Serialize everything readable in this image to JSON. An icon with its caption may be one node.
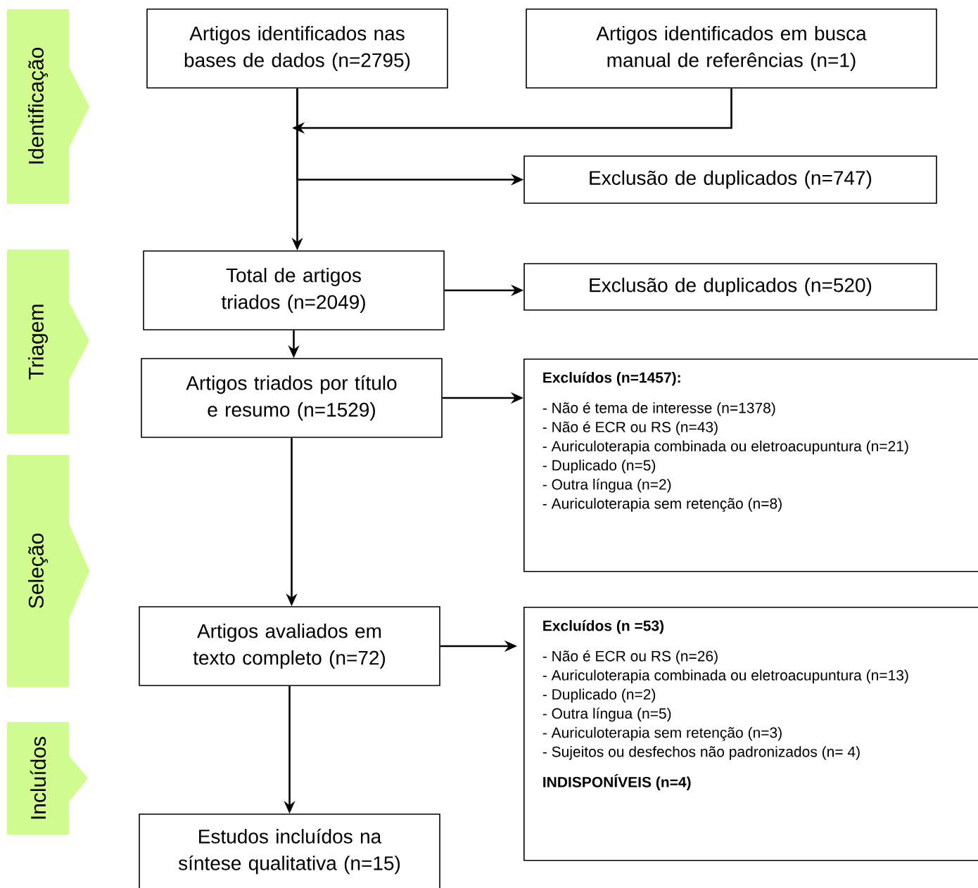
{
  "diagram": {
    "nodes": [
      {
        "text": [
          "Identificação"
        ]
      },
      {
        "text": [
          "Triagem"
        ]
      },
      {
        "text": [
          "Seleção"
        ]
      },
      {
        "text": [
          "Incluídos"
        ]
      },
      {
        "text": [
          "Artigos identificados nas bases de dados (n=2795)"
        ]
      },
      {
        "text": [
          "Artigos identificados em busca manual de referências (n=1)"
        ]
      },
      {
        "text": [
          "Exclusão de duplicados (n=747)"
        ]
      },
      {
        "text": [
          "Total de artigos triados (n=2049)"
        ]
      },
      {
        "text": [
          "Exclusão de duplicados (n=520)"
        ]
      },
      {
        "text": [
          "Artigos triados por título e resumo (n=1529)"
        ]
      },
      {
        "text": [
          "Excluídos (n=1457):",
          "- Não é tema de interesse (n=1378)",
          "- Não é ECR ou RS (n=43)",
          "- Auriculoterapia combinada ou eletroacupuntura (n=21)",
          "- Duplicado (n=5)",
          "- Outra língua (n=2)",
          "- Auriculoterapia sem retenção (n=8)"
        ]
      },
      {
        "text": [
          "Artigos avaliados em texto completo (n=72)"
        ]
      },
      {
        "text": [
          "Excluídos (n =53)",
          "- Não é ECR ou RS (n=26)",
          "- Auriculoterapia combinada ou eletroacupuntura (n=13)",
          "- Duplicado (n=2)",
          "- Outra língua (n=5)",
          "- Auriculoterapia sem retenção (n=3)",
          "- Sujeitos ou desfechos não padronizados (n= 4)",
          "INDISPONÍVEIS (n=4)"
        ]
      },
      {
        "text": [
          "Estudos incluídos na síntese qualitativa (n=15)"
        ]
      }
    ],
    "edges": [
      {
        "from": 4,
        "to": 7,
        "arrow": "to"
      },
      {
        "from": 5,
        "to": null,
        "arrow": "to"
      },
      {
        "from": 4,
        "to": 6,
        "arrow": "to"
      },
      {
        "from": 7,
        "to": 8,
        "arrow": "to"
      },
      {
        "from": 7,
        "to": 9,
        "arrow": "to"
      },
      {
        "from": 9,
        "to": 10,
        "arrow": "to"
      },
      {
        "from": 9,
        "to": 11,
        "arrow": "to"
      },
      {
        "from": 11,
        "to": 12,
        "arrow": "to"
      },
      {
        "from": 11,
        "to": 13,
        "arrow": "to"
      }
    ]
  }
}
